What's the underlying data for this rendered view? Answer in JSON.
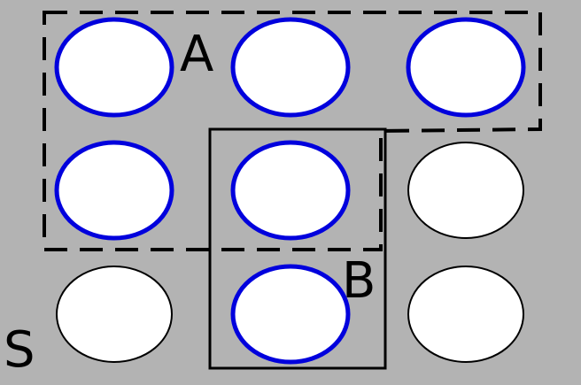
{
  "labels": {
    "set_a": "A",
    "set_b": "B",
    "universe": "S"
  },
  "colors": {
    "background": "#b3b3b3",
    "highlight_stroke": "#0000dd",
    "plain_stroke": "#000000",
    "fill": "#ffffff",
    "region_stroke": "#000000"
  },
  "grid": {
    "rows": 3,
    "cols": 3,
    "highlighted": [
      [
        true,
        true,
        true
      ],
      [
        true,
        true,
        false
      ],
      [
        false,
        true,
        false
      ]
    ]
  }
}
